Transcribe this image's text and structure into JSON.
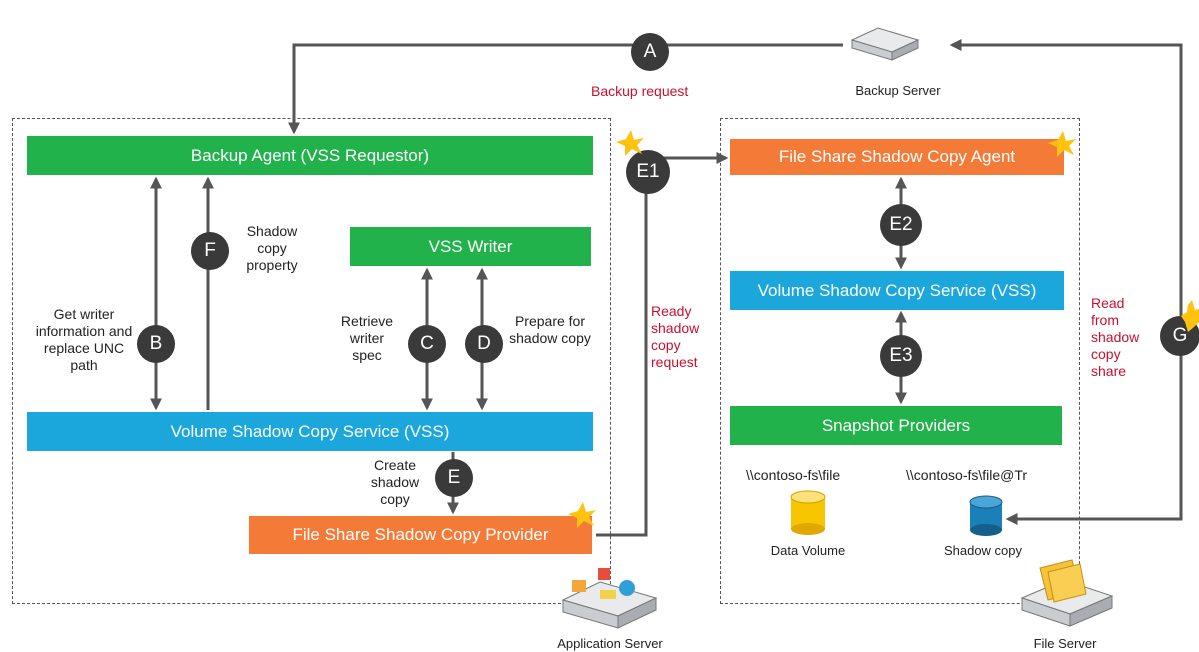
{
  "servers": {
    "backup": "Backup Server",
    "application": "Application Server",
    "file": "File Server"
  },
  "boxes": {
    "backup_agent": "Backup Agent (VSS Requestor)",
    "vss_writer": "VSS Writer",
    "vss_left": "Volume Shadow Copy Service (VSS)",
    "fs_provider": "File Share Shadow Copy Provider",
    "fs_agent": "File Share Shadow Copy Agent",
    "vss_right": "Volume Shadow Copy Service (VSS)",
    "snapshot_providers": "Snapshot Providers"
  },
  "steps": {
    "a": "A",
    "b": "B",
    "c": "C",
    "d": "D",
    "e": "E",
    "f": "F",
    "e1": "E1",
    "e2": "E2",
    "e3": "E3",
    "g": "G"
  },
  "labels": {
    "backup_request": "Backup request",
    "get_writer_info": "Get writer information and replace UNC path",
    "shadow_copy_property": "Shadow copy property",
    "retrieve_writer_spec": "Retrieve writer spec",
    "prepare_shadow_copy": "Prepare for shadow copy",
    "create_shadow_copy": "Create shadow copy",
    "ready_shadow_copy_request": "Ready shadow copy request",
    "read_from_shadow_copy_share": "Read from shadow copy share"
  },
  "volumes": {
    "data_path": "\\\\contoso-fs\\file",
    "shadow_path": "\\\\contoso-fs\\file@Tr",
    "data_volume": "Data Volume",
    "shadow_copy": "Shadow copy"
  },
  "colors": {
    "green": "#21b24b",
    "blue": "#1ba7dc",
    "orange": "#f47a38",
    "circle": "#3a3a3a",
    "red_text": "#c8102e",
    "arrow": "#555555",
    "cylinder_yellow": "#f7c600",
    "cylinder_blue": "#1b7fb8",
    "star": "#ffc20e"
  }
}
